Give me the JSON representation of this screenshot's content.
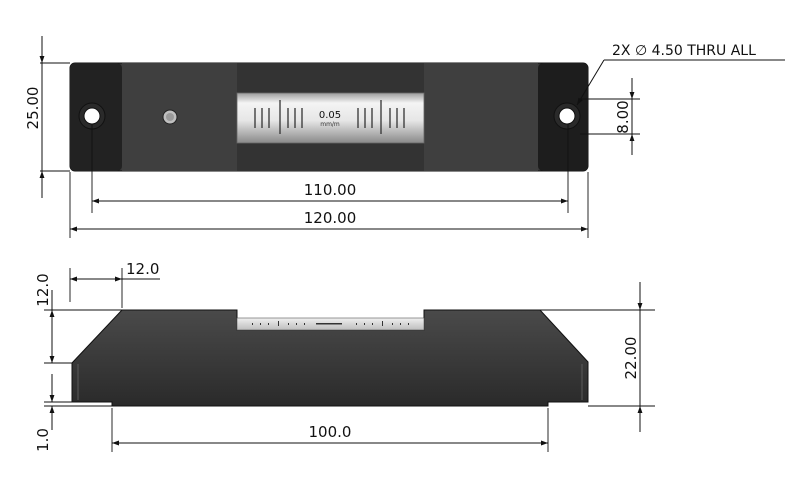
{
  "dimensions": {
    "overall_length": "120.00",
    "hole_spacing": "110.00",
    "body_height_top_view": "25.00",
    "hole_offset": "8.00",
    "hole_callout": "2X ∅ 4.50 THRU ALL",
    "chamfer_width": "12.0",
    "chamfer_height": "12.0",
    "side_height": "22.00",
    "base_length": "100.0",
    "foot_height": "1.0"
  },
  "vial": {
    "reading": "0.05",
    "unit": "mm/m"
  },
  "colors": {
    "body": "#3a3a3a",
    "body_dark": "#1c1c1c",
    "body_mid": "#2f2f2f",
    "vial": "#d9d9d9",
    "line": "#111111"
  }
}
